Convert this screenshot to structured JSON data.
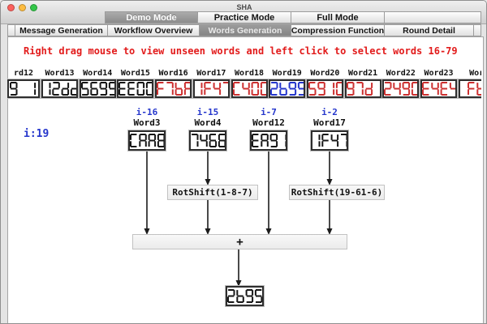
{
  "window": {
    "title": "SHA"
  },
  "mode_tabs": [
    {
      "label": "Demo Mode",
      "selected": true
    },
    {
      "label": "Practice Mode",
      "selected": false
    },
    {
      "label": "Full Mode",
      "selected": false
    }
  ],
  "step_tabs": [
    {
      "label": "Message Generation",
      "selected": false
    },
    {
      "label": "Workflow Overview",
      "selected": false
    },
    {
      "label": "Words Generation",
      "selected": true
    },
    {
      "label": "Compression Function",
      "selected": false
    },
    {
      "label": "Round Detail",
      "selected": false
    }
  ],
  "instruction": "Right drag mouse to view unseen words and left click to select words 16-79",
  "words_table": {
    "columns": [
      {
        "header": "rd12",
        "value": "9 1",
        "color": "#161616"
      },
      {
        "header": "Word13",
        "value": "12dd",
        "color": "#161616"
      },
      {
        "header": "Word14",
        "value": "5695",
        "color": "#161616"
      },
      {
        "header": "Word15",
        "value": "EE00",
        "color": "#161616"
      },
      {
        "header": "Word16",
        "value": "F7bA",
        "color": "#cc3030"
      },
      {
        "header": "Word17",
        "value": "1F47",
        "color": "#cc3030"
      },
      {
        "header": "Word18",
        "value": "C400",
        "color": "#cc3030"
      },
      {
        "header": "Word19",
        "value": "2b95",
        "color": "#2536cc"
      },
      {
        "header": "Word20",
        "value": "5910",
        "color": "#cc3030"
      },
      {
        "header": "Word21",
        "value": "97d1",
        "color": "#cc3030"
      },
      {
        "header": "Word22",
        "value": "249C",
        "color": "#cc3030"
      },
      {
        "header": "Word23",
        "value": "E4E4",
        "color": "#cc3030"
      },
      {
        "header": "Wor",
        "value": "Fb",
        "color": "#cc3030"
      }
    ]
  },
  "round_label": "i:19",
  "diagram": {
    "inputs": [
      {
        "offset_label": "i-16",
        "word_label": "Word3",
        "value": "CAA8"
      },
      {
        "offset_label": "i-15",
        "word_label": "Word4",
        "value": "7466"
      },
      {
        "offset_label": "i-7",
        "word_label": "Word12",
        "value": "EA91"
      },
      {
        "offset_label": "i-2",
        "word_label": "Word17",
        "value": "1F47"
      }
    ],
    "rotshift_boxes": [
      {
        "label": "RotShift(1-8-7)"
      },
      {
        "label": "RotShift(19-61-6)"
      }
    ],
    "adder_label": "+",
    "result": {
      "value": "2b95"
    }
  },
  "colors": {
    "instruction_red": "#e21b1b",
    "index_blue": "#2536cc",
    "segment_black": "#161616",
    "segment_red": "#cc3030",
    "segment_blue": "#2536cc"
  }
}
